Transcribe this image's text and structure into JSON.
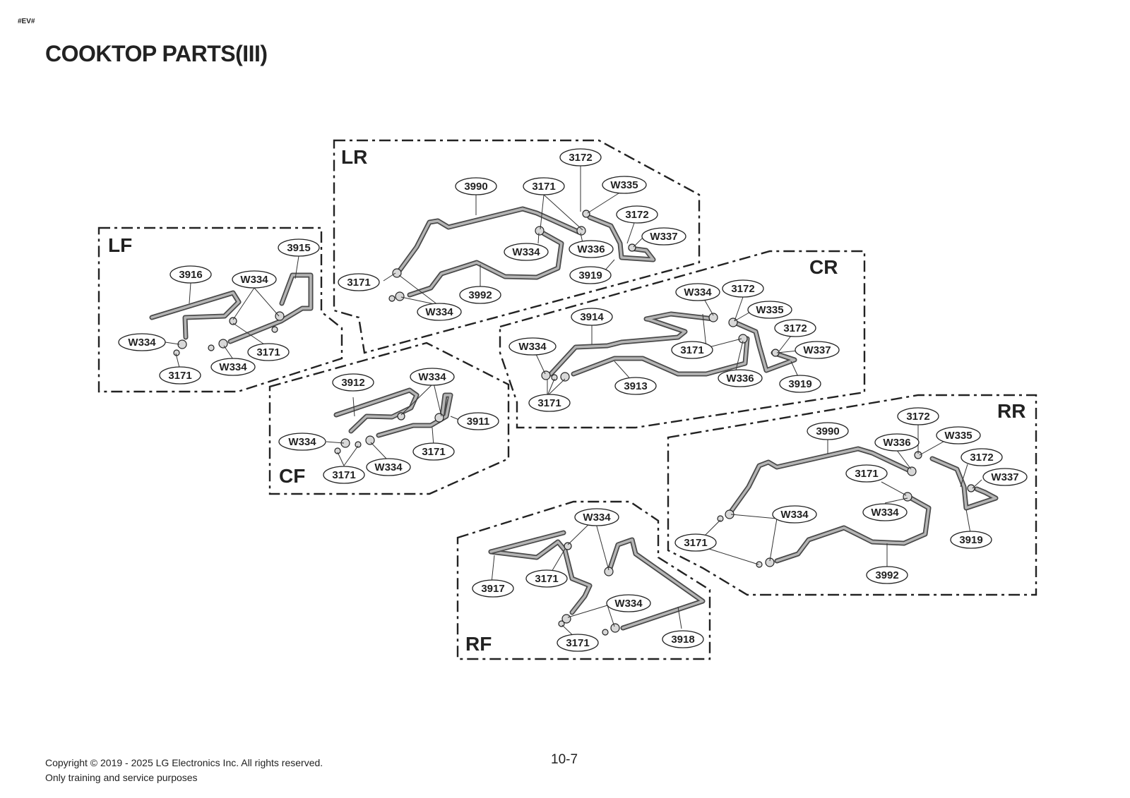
{
  "header": {
    "doc_tag": "#EV#",
    "title": "COOKTOP PARTS(III)"
  },
  "regions": {
    "lf": {
      "label": "LF",
      "callouts": [
        "3916",
        "3915",
        "W334",
        "W334",
        "3171",
        "3171",
        "W334"
      ]
    },
    "lr": {
      "label": "LR",
      "callouts": [
        "3172",
        "3990",
        "3171",
        "W335",
        "3172",
        "W337",
        "W334",
        "W336",
        "3171",
        "3992",
        "3919",
        "W334"
      ]
    },
    "cr": {
      "label": "CR",
      "callouts": [
        "W334",
        "3172",
        "3914",
        "W335",
        "3172",
        "W334",
        "3171",
        "W337",
        "W336",
        "3913",
        "3919",
        "3171"
      ]
    },
    "cf": {
      "label": "CF",
      "callouts": [
        "3912",
        "W334",
        "3911",
        "W334",
        "3171",
        "3171",
        "W334"
      ]
    },
    "rr": {
      "label": "RR",
      "callouts": [
        "3172",
        "3990",
        "W336",
        "W335",
        "3172",
        "3171",
        "W337",
        "W334",
        "W334",
        "3171",
        "3919",
        "3992"
      ]
    },
    "rf": {
      "label": "RF",
      "callouts": [
        "W334",
        "3917",
        "3171",
        "W334",
        "3171",
        "3918"
      ]
    }
  },
  "footer": {
    "copyright": "Copyright © 2019 - 2025 LG Electronics Inc. All rights reserved.",
    "note": "Only training and service purposes",
    "page_number": "10-7"
  }
}
